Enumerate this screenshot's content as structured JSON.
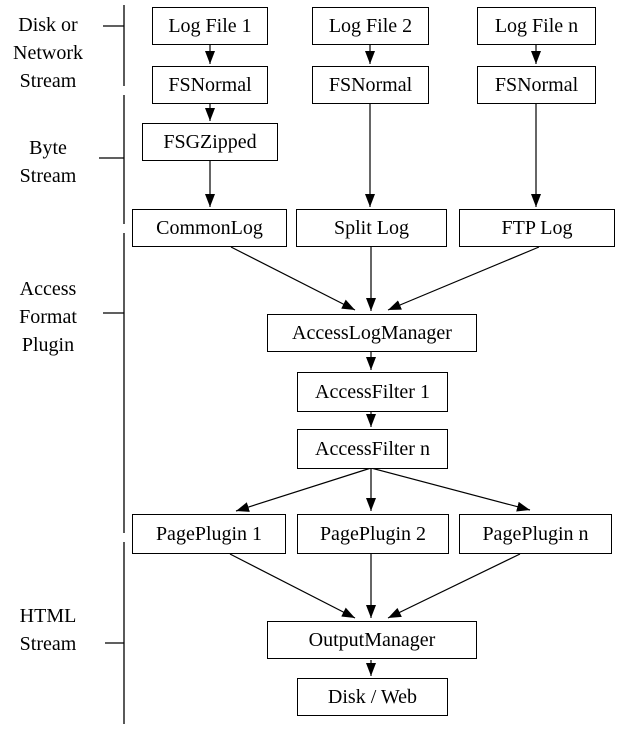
{
  "diagram_title": "",
  "nodes": {
    "log_file_1": "Log File 1",
    "log_file_2": "Log File 2",
    "log_file_n": "Log File n",
    "fs_normal_1": "FSNormal",
    "fs_normal_2": "FSNormal",
    "fs_normal_3": "FSNormal",
    "fs_gzipped": "FSGZipped",
    "common_log": "CommonLog",
    "split_log": "Split Log",
    "ftp_log": "FTP Log",
    "access_log_manager": "AccessLogManager",
    "access_filter_1": "AccessFilter 1",
    "access_filter_n": "AccessFilter n",
    "page_plugin_1": "PagePlugin 1",
    "page_plugin_2": "PagePlugin 2",
    "page_plugin_n": "PagePlugin n",
    "output_manager": "OutputManager",
    "disk_web": "Disk / Web"
  },
  "sections": [
    {
      "lines": [
        "Disk or",
        "Network",
        "Stream"
      ]
    },
    {
      "lines": [
        "Byte",
        "Stream"
      ]
    },
    {
      "lines": [
        "Access",
        "Format",
        "Plugin"
      ]
    },
    {
      "lines": [
        "HTML",
        "Stream"
      ]
    }
  ],
  "edges": [
    {
      "from": "log_file_1",
      "to": "fs_normal_1"
    },
    {
      "from": "log_file_2",
      "to": "fs_normal_2"
    },
    {
      "from": "log_file_n",
      "to": "fs_normal_3"
    },
    {
      "from": "fs_normal_1",
      "to": "fs_gzipped"
    },
    {
      "from": "fs_gzipped",
      "to": "common_log"
    },
    {
      "from": "fs_normal_2",
      "to": "split_log"
    },
    {
      "from": "fs_normal_3",
      "to": "ftp_log"
    },
    {
      "from": "common_log",
      "to": "access_log_manager"
    },
    {
      "from": "split_log",
      "to": "access_log_manager"
    },
    {
      "from": "ftp_log",
      "to": "access_log_manager"
    },
    {
      "from": "access_log_manager",
      "to": "access_filter_1"
    },
    {
      "from": "access_filter_1",
      "to": "access_filter_n"
    },
    {
      "from": "access_filter_n",
      "to": "page_plugin_1"
    },
    {
      "from": "access_filter_n",
      "to": "page_plugin_2"
    },
    {
      "from": "access_filter_n",
      "to": "page_plugin_n"
    },
    {
      "from": "page_plugin_1",
      "to": "output_manager"
    },
    {
      "from": "page_plugin_2",
      "to": "output_manager"
    },
    {
      "from": "page_plugin_n",
      "to": "output_manager"
    },
    {
      "from": "output_manager",
      "to": "disk_web"
    }
  ],
  "colors": {
    "line": "#000000",
    "text": "#000000",
    "background": "#ffffff"
  }
}
